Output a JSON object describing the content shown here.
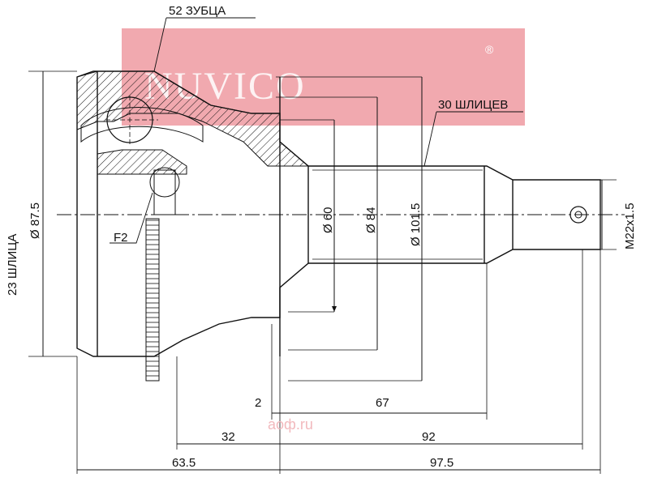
{
  "brand": {
    "watermark": "NUVICO",
    "registered": "®",
    "footer_watermark": "аоф.ru"
  },
  "colors": {
    "watermark_band": "#f0a0a6",
    "watermark_text": "#ffffff",
    "lines": "#111111",
    "footer_watermark": "#f2b9bd"
  },
  "callouts": {
    "teeth": "52 ЗУБЦА",
    "outer_splines": "30 ШЛИЦЕВ",
    "inner_splines": "23 ШЛИЦА",
    "inner_diameter": "Ø 87.5",
    "f2": "F2"
  },
  "diameters": {
    "d60": "Ø 60",
    "d84": "Ø 84",
    "d101": "Ø 101.5",
    "thread": "M22x1.5"
  },
  "dimensions": {
    "d2": "2",
    "d67": "67",
    "d32": "32",
    "d92": "92",
    "d63": "63.5",
    "d97": "97.5"
  }
}
